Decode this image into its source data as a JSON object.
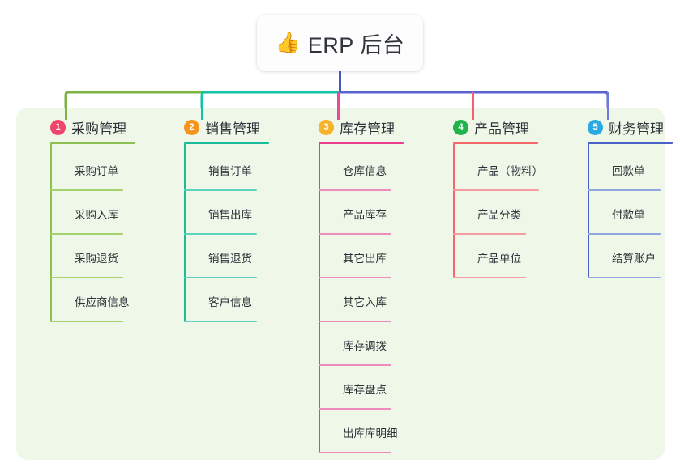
{
  "root": {
    "icon": "thumbs-up-icon",
    "emoji": "👍",
    "title": "ERP 后台"
  },
  "palette": {
    "panel_bg": "#eff7e9",
    "page_bg": "#ffffff",
    "text": "#2d3138",
    "stem_blue": "#4556c0",
    "bar_green": "#7cb342",
    "bar_teal": "#14c2a5",
    "bar_blue": "#5b63d3",
    "drop_green": "#7cb342",
    "drop_teal": "#14c2a5",
    "drop_pink": "#ec4899",
    "drop_red": "#f4606c",
    "drop_blue": "#6b79e0"
  },
  "columns": [
    {
      "index": "1",
      "title": "采购管理",
      "badge_color": "#f0456b",
      "line_color": "#8cc152",
      "rule_color": "#a5d26a",
      "items": [
        {
          "label": "采购订单"
        },
        {
          "label": "采购入库"
        },
        {
          "label": "采购退货"
        },
        {
          "label": "供应商信息"
        }
      ]
    },
    {
      "index": "2",
      "title": "销售管理",
      "badge_color": "#f7941e",
      "line_color": "#1abc9c",
      "rule_color": "#5fd3c0",
      "items": [
        {
          "label": "销售订单"
        },
        {
          "label": "销售出库"
        },
        {
          "label": "销售退货"
        },
        {
          "label": "客户信息"
        }
      ]
    },
    {
      "index": "3",
      "title": "库存管理",
      "badge_color": "#f5b32a",
      "line_color": "#e83e8c",
      "rule_color": "#f08cbd",
      "items": [
        {
          "label": "仓库信息"
        },
        {
          "label": "产品库存"
        },
        {
          "label": "其它出库"
        },
        {
          "label": "其它入库"
        },
        {
          "label": "库存调拨"
        },
        {
          "label": "库存盘点"
        },
        {
          "label": "出库库明细"
        }
      ]
    },
    {
      "index": "4",
      "title": "产品管理",
      "badge_color": "#22b24c",
      "line_color": "#f4686c",
      "rule_color": "#f79b9e",
      "items": [
        {
          "label": "产品（物料）"
        },
        {
          "label": "产品分类"
        },
        {
          "label": "产品单位"
        }
      ]
    },
    {
      "index": "5",
      "title": "财务管理",
      "badge_color": "#29abe2",
      "line_color": "#4a61c8",
      "rule_color": "#94a6e0",
      "items": [
        {
          "label": "回款单"
        },
        {
          "label": "付款单"
        },
        {
          "label": "结算账户"
        }
      ]
    }
  ]
}
